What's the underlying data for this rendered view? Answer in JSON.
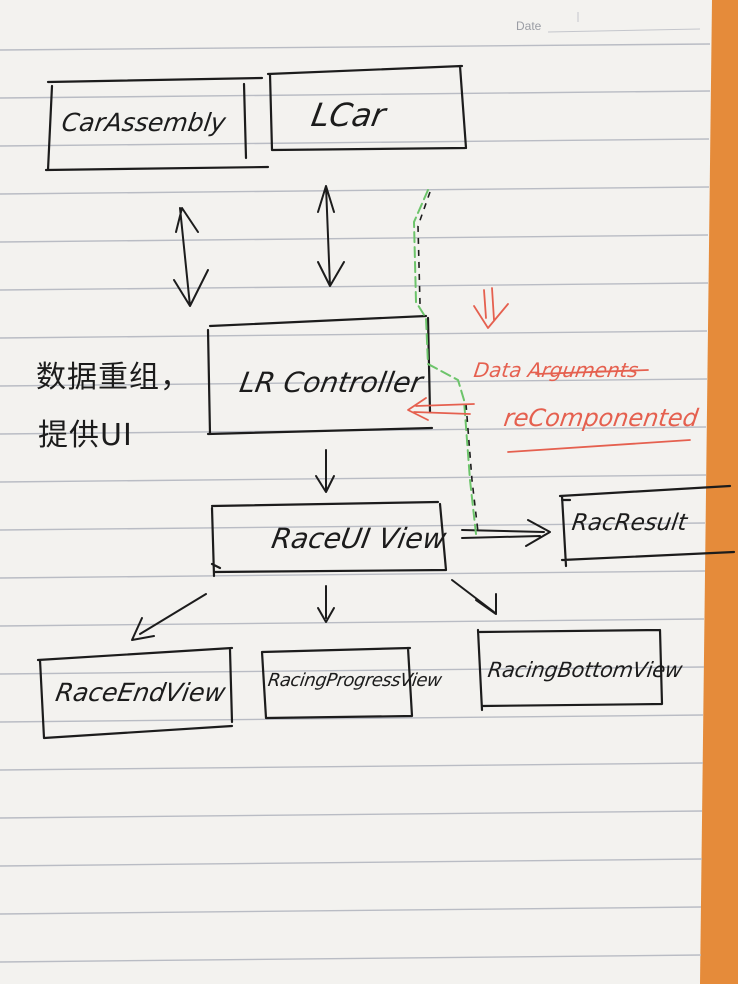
{
  "header": {
    "date_label": "Date"
  },
  "colors": {
    "paper": "#f3f2ef",
    "rule": "#b9bcc4",
    "ink": "#1c1c1c",
    "red_ink": "#e5604f",
    "green_ink": "#6cc46a",
    "desk": "#e58b3a"
  },
  "nodes": {
    "car_assembly": "CarAssembly",
    "lcar": "LCar",
    "lr_controller": "LR Controller",
    "race_ui_view": "RaceUI View",
    "race_result": "RacResult",
    "race_end_view": "RaceEndView",
    "racing_progress_view": "RacingProgressView",
    "racing_bottom_view": "RacingBottomView"
  },
  "notes": {
    "chinese_line1": "数据重组，",
    "chinese_line2": "提供UI",
    "red_line1": "Data Arguments",
    "red_line2": "reComponented"
  }
}
